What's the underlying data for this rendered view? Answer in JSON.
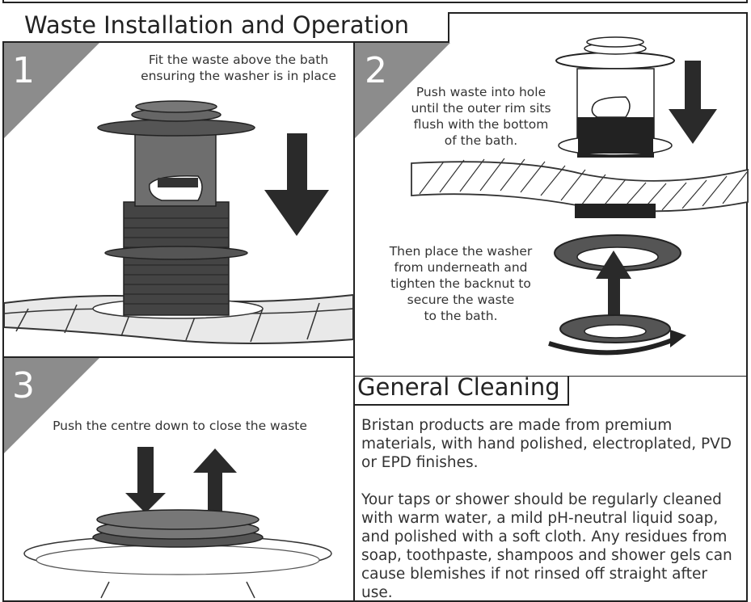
{
  "section_title": "Waste Installation and Operation",
  "steps": [
    {
      "number": "1",
      "caption_lines": [
        "Fit the waste above the bath",
        "ensuring the washer is in place"
      ]
    },
    {
      "number": "2",
      "caption_lines": [
        "Push waste into hole",
        "until the outer rim sits",
        "flush with the bottom",
        "of the bath."
      ],
      "caption2_lines": [
        "Then place the washer",
        "from underneath and",
        "tighten the backnut to",
        "secure the waste",
        "to the bath."
      ]
    },
    {
      "number": "3",
      "caption_lines": [
        "Push the centre down to close the waste"
      ]
    }
  ],
  "cleaning": {
    "title": "General Cleaning",
    "para1": "Bristan products are made from premium materials, with hand polished, electroplated, PVD or EPD finishes.",
    "para2": "Your taps or shower should be regularly cleaned with warm water, a mild pH-neutral liquid soap, and polished with a soft cloth. Any residues from soap, toothpaste, shampoos and shower gels can cause blemishes if not rinsed off straight after use."
  }
}
